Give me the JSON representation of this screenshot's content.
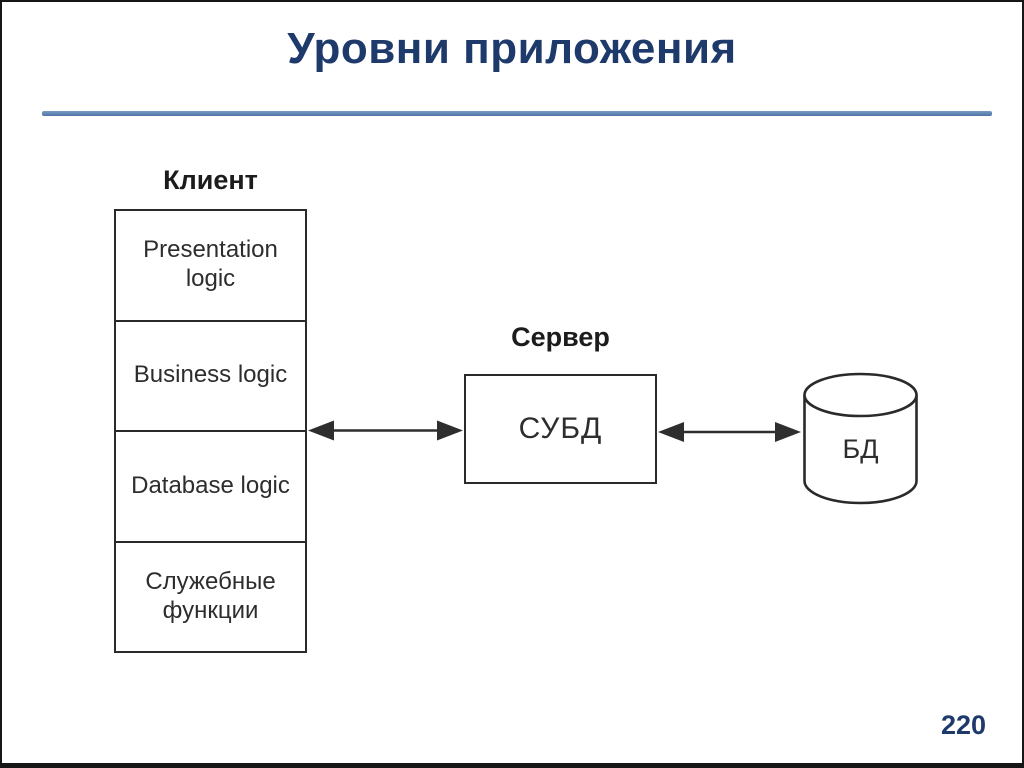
{
  "slide": {
    "title": "Уровни приложения",
    "page_number": "220",
    "colors": {
      "title_text": "#1e3a6b",
      "divider_accent": "#5b82b2",
      "diagram_stroke": "#2a2a2a",
      "diagram_text": "#2d2d2d",
      "background": "#ffffff"
    }
  },
  "diagram": {
    "client": {
      "caption": "Клиент",
      "layers": [
        {
          "label": "Presentation logic"
        },
        {
          "label": "Business logic"
        },
        {
          "label": "Database logic"
        },
        {
          "label": "Служебные функции"
        }
      ]
    },
    "server": {
      "caption": "Сервер",
      "box_label": "СУБД"
    },
    "database": {
      "label": "БД"
    },
    "connections": [
      {
        "name": "client-server-arrow",
        "type": "double-headed"
      },
      {
        "name": "server-database-arrow",
        "type": "double-headed"
      }
    ]
  }
}
